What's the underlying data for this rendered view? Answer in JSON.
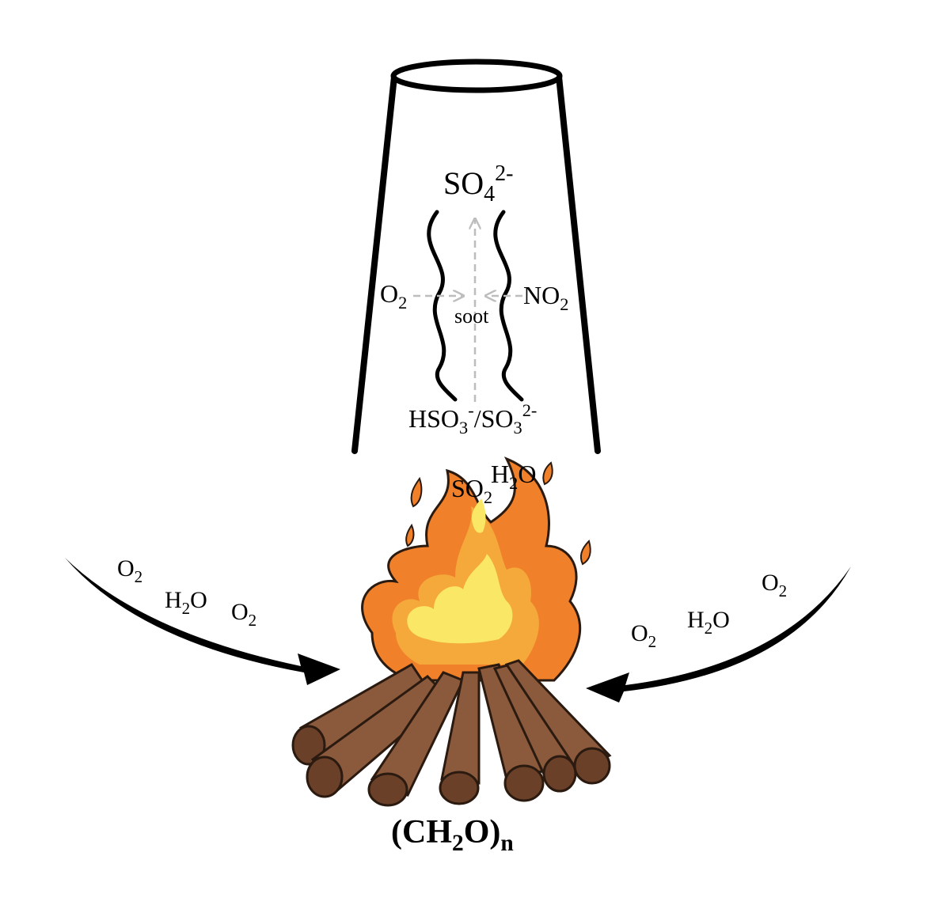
{
  "labels": {
    "sulfate_base": "SO",
    "sulfate_sub": "4",
    "sulfate_sup": "2-",
    "o2_left_base": "O",
    "o2_left_sub": "2",
    "no2_base": "NO",
    "no2_sub": "2",
    "soot": "soot",
    "bisulfite_a": "HSO",
    "bisulfite_sub1": "3",
    "bisulfite_sup1": "-",
    "bisulfite_b": "/SO",
    "bisulfite_sub2": "3",
    "bisulfite_sup2": "2-",
    "so2_base": "SO",
    "so2_sub": "2",
    "h2o_top_a": "H",
    "h2o_top_sub": "2",
    "h2o_top_b": "O",
    "fuel_open": "(CH",
    "fuel_sub": "2",
    "fuel_close": "O)",
    "fuel_n": "n"
  },
  "inflow_left": [
    {
      "a": "O",
      "sub": "2",
      "b": ""
    },
    {
      "a": "H",
      "sub": "2",
      "b": "O"
    },
    {
      "a": "O",
      "sub": "2",
      "b": ""
    }
  ],
  "inflow_right": [
    {
      "a": "O",
      "sub": "2",
      "b": ""
    },
    {
      "a": "H",
      "sub": "2",
      "b": "O"
    },
    {
      "a": "O",
      "sub": "2",
      "b": ""
    }
  ],
  "colors": {
    "outline": "#000000",
    "dashed_arrow": "#bdbdbd",
    "flame_outer": "#f0802a",
    "flame_mid": "#f4a93a",
    "flame_core": "#fbe766",
    "wood": "#8b5a3c",
    "wood_dark": "#6b4028"
  }
}
